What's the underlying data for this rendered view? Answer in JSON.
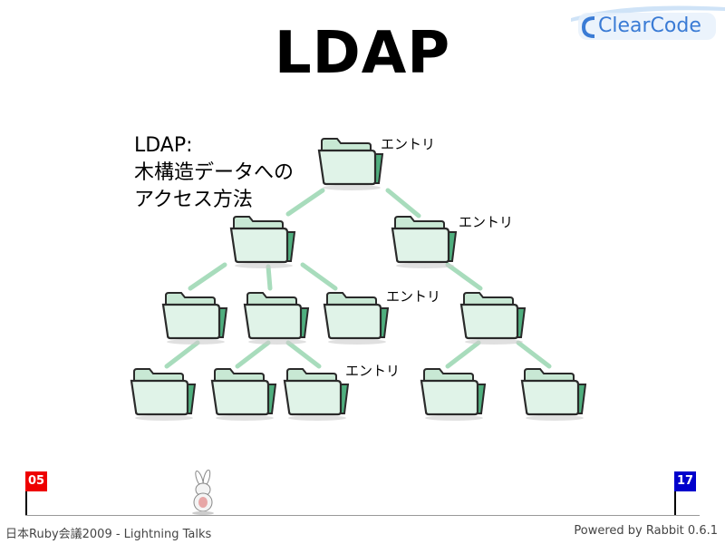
{
  "slide": {
    "title": "LDAP",
    "description": [
      "LDAP:",
      "木構造データへの",
      "アクセス方法"
    ],
    "entry_label": "エントリ"
  },
  "logo": {
    "text": "ClearCode"
  },
  "progress": {
    "current": "05",
    "total": "17"
  },
  "footer": {
    "left": "日本Ruby会議2009 - Lightning Talks",
    "right": "Powered by Rabbit 0.6.1"
  },
  "colors": {
    "folder_fill": "#d8efe2",
    "folder_edge": "#2a2a2a",
    "folder_shade": "#5fb98a",
    "connector": "#9fd5b5",
    "flag_start": "#ee0000",
    "flag_end": "#0000cc"
  }
}
